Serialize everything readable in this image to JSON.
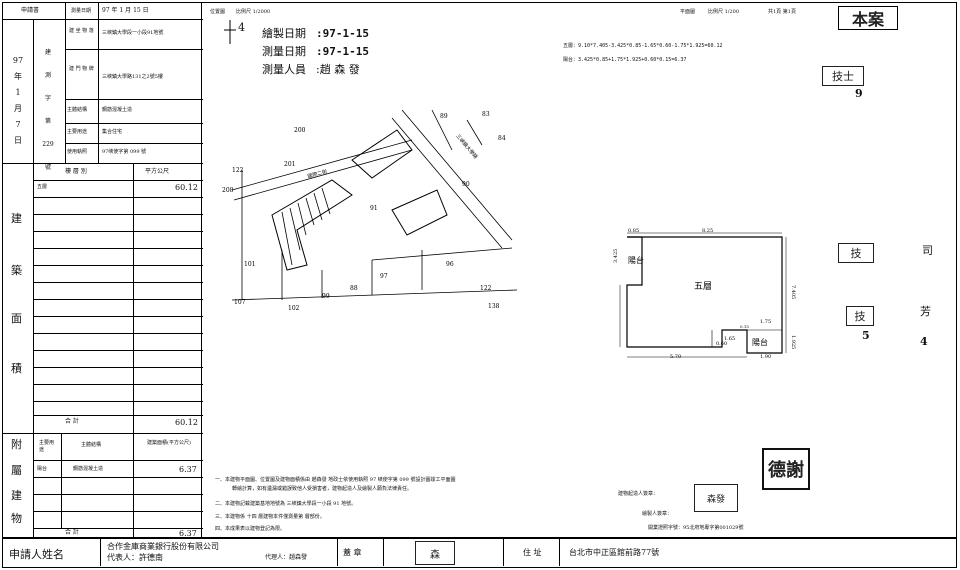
{
  "header": {
    "applicant_label": "申請書",
    "survey_date_label": "測量日期",
    "survey_date_value": "97 年 1 月 15 日",
    "location_map_label": "位置圖",
    "location_scale": "比例尺 1/2000",
    "floor_plan_label": "平面圖",
    "floor_scale": "比例尺 1/200",
    "sheet_info": "共1頁 第1頁",
    "corner_stamp": "本案"
  },
  "building_info": {
    "row_label_year": [
      "97",
      "年",
      "1",
      "月",
      "7",
      "日"
    ],
    "row_label_code": [
      "建",
      "測",
      "字",
      "第",
      "229",
      "號"
    ],
    "fields": [
      {
        "label": "建 坐 物 落",
        "value": "三峽鎮大學段一小段91地號"
      },
      {
        "label": "建 門 物 牌",
        "value": "三峽鎮大學路131之2號5樓"
      },
      {
        "label": "主體結構",
        "value": "鋼筋混凝土造"
      },
      {
        "label": "主要用途",
        "value": "集合住宅"
      },
      {
        "label": "使用執照",
        "value": "97峽使字第 099 號"
      }
    ]
  },
  "area_table": {
    "section_label": [
      "建",
      "築",
      "面",
      "積"
    ],
    "col_floor": "樓 層 別",
    "col_unit": "平方公尺",
    "rows": [
      {
        "floor": "五層",
        "area": "60.12"
      }
    ],
    "total_label": "合 計",
    "total_value": "60.12"
  },
  "attached_table": {
    "section_label": [
      "附",
      "屬",
      "建",
      "物"
    ],
    "col_use": "主要用途",
    "col_structure": "主體結構",
    "col_area": "建築面積(平方公尺)",
    "rows": [
      {
        "use": "陽台",
        "structure": "鋼筋混凝土造",
        "area": "6.37"
      }
    ],
    "total_label": "合 計",
    "total_value": "6.37"
  },
  "survey": {
    "drawn_date_label": "繪製日期",
    "drawn_date": ":97-1-15",
    "survey_date_label": "測量日期",
    "survey_date": ":97-1-15",
    "surveyor_label": "測量人員",
    "surveyor": ":趙 森 發",
    "north_mark": "4"
  },
  "formulas": {
    "floor5": "五層：9.10*7.405-3.425*0.85-1.65*0.60-1.75*1.925=60.12",
    "balcony": "陽台：3.425*0.85+1.75*1.925+0.60*0.15=6.37"
  },
  "side_labels": {
    "tech1": "技士",
    "tech1_num": "9",
    "tech2": "技",
    "tech3": "技",
    "tech3_num": "5",
    "right1": "司",
    "right2": "芳",
    "right3": "4"
  },
  "location_map": {
    "lots": [
      "200",
      "89",
      "83",
      "84",
      "201",
      "122",
      "208",
      "91",
      "90",
      "101",
      "96",
      "97",
      "88",
      "99",
      "102",
      "107",
      "122",
      "138"
    ],
    "roads": [
      "國際二街",
      "三峽鎮大學路"
    ]
  },
  "floor_plan": {
    "room_main": "五層",
    "room_balcony": "陽台",
    "room_balcony2": "陽台",
    "dims": [
      "0.85",
      "8.25",
      "3.425",
      "7.405",
      "1.75",
      "1.925",
      "5.70",
      "1.90",
      "1.65",
      "0.60",
      "0.15"
    ]
  },
  "notes": [
    "一、本建物平面圖、位置圖及建物面積係由 趙森發 地政士依使用執照 97 峽使字第 099 號設計圖竣工平面圖",
    "轉繪計算，如有遺漏或錯誤致他人受損害者，建物起造人及繪製人願負法律責任。",
    "二、本建物記載建築基地地號為 三峽鎮大學段一小段 91 地號。",
    "三、本建物係 十四 層建物本件僅測量第 層部份。",
    "四、本成果表以建物登記為限。"
  ],
  "signatures": {
    "builder_label": "建物起造人簽章：",
    "drawer_label": "繪製人簽章：",
    "license": "開業證照字號：95北府地專字第001029號",
    "stamp1": "德",
    "stamp2": "謝",
    "stamp3": "森",
    "stamp4": "發"
  },
  "footer": {
    "applicant_name_label": "申請人姓名",
    "company": "合作金庫商業銀行股份有限公司",
    "representative": "代表人：許德南",
    "agent": "代理人：趙森發",
    "seal_label": "蓋 章",
    "address_label": "住 址",
    "address": "台北市中正區館前路77號",
    "seal_mark": "森"
  }
}
